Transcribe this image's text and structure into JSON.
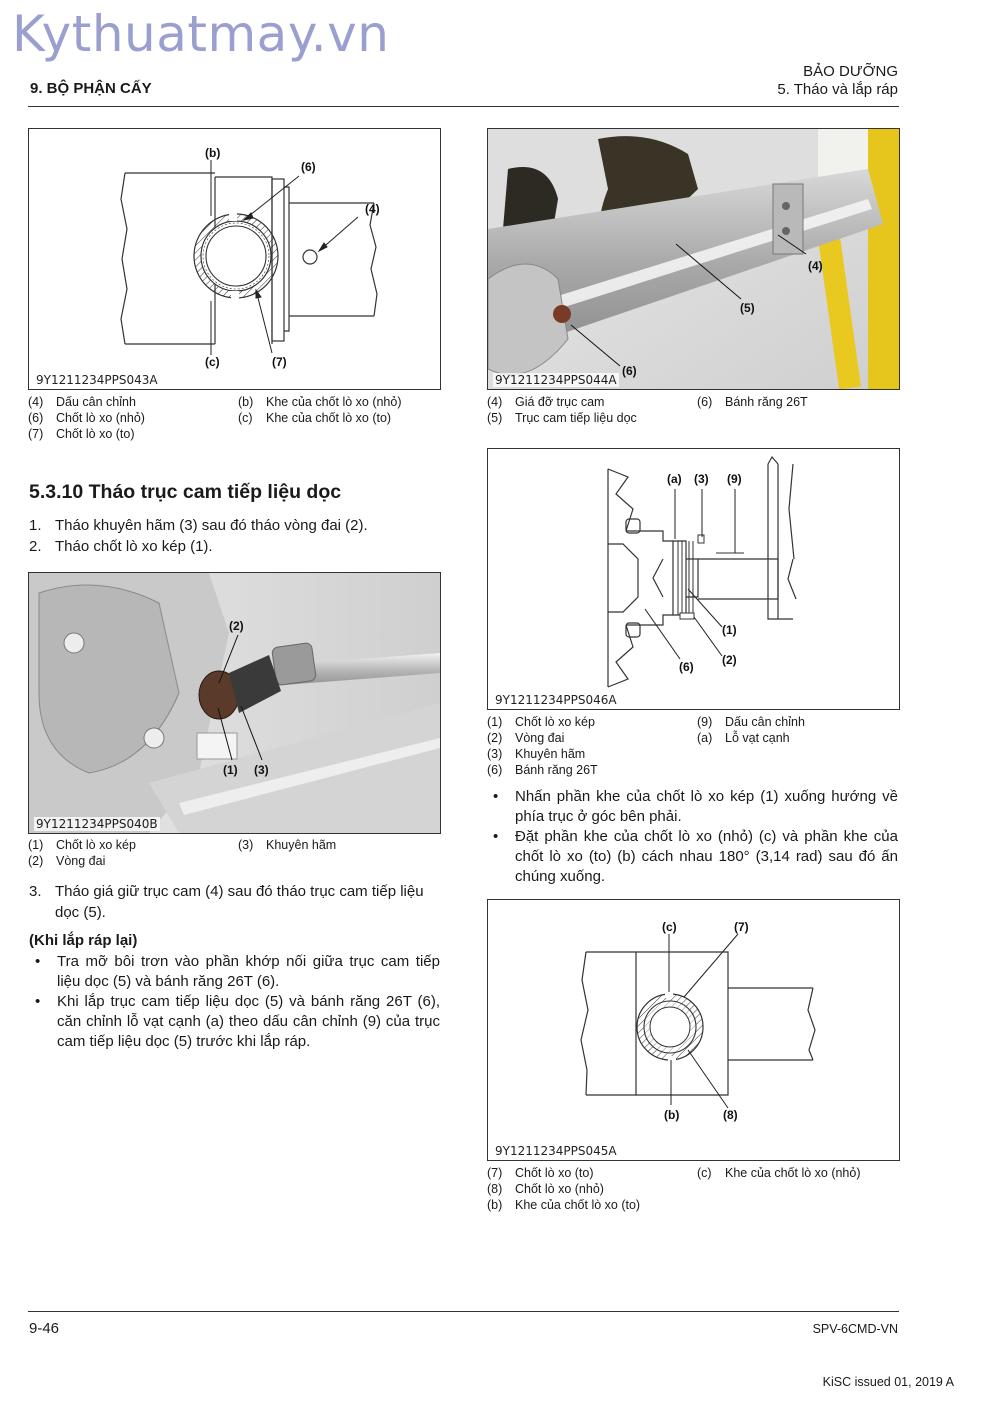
{
  "watermark": "Kythuatmay.vn",
  "header": {
    "chapter": "9. BỘ PHẬN CẤY",
    "section": "BẢO DƯỠNG",
    "subsection": "5. Tháo và lắp ráp"
  },
  "figures": {
    "f043": {
      "code": "9Y1211234PPS043A",
      "callouts": [
        "(b)",
        "(6)",
        "(4)",
        "(c)",
        "(7)"
      ],
      "legend": [
        {
          "n": "(4)",
          "t": "Dấu cân chỉnh"
        },
        {
          "n": "(b)",
          "t": "Khe của chốt lò xo (nhỏ)"
        },
        {
          "n": "(6)",
          "t": "Chốt lò xo (nhỏ)"
        },
        {
          "n": "(c)",
          "t": "Khe của chốt lò xo (to)"
        },
        {
          "n": "(7)",
          "t": "Chốt lò xo (to)"
        }
      ]
    },
    "f044": {
      "code": "9Y1211234PPS044A",
      "callouts": [
        "(4)",
        "(5)",
        "(6)"
      ],
      "legend": [
        {
          "n": "(4)",
          "t": "Giá đỡ trục cam"
        },
        {
          "n": "(6)",
          "t": "Bánh răng 26T"
        },
        {
          "n": "(5)",
          "t": "Trục cam tiếp liệu dọc"
        }
      ]
    },
    "f040": {
      "code": "9Y1211234PPS040B",
      "callouts": [
        "(2)",
        "(1)",
        "(3)"
      ],
      "legend": [
        {
          "n": "(1)",
          "t": "Chốt lò xo kép"
        },
        {
          "n": "(3)",
          "t": "Khuyên hãm"
        },
        {
          "n": "(2)",
          "t": "Vòng đai"
        }
      ]
    },
    "f046": {
      "code": "9Y1211234PPS046A",
      "callouts": [
        "(a)",
        "(3)",
        "(9)",
        "(1)",
        "(6)",
        "(2)"
      ],
      "legend": [
        {
          "n": "(1)",
          "t": "Chốt lò xo kép"
        },
        {
          "n": "(9)",
          "t": "Dấu cân chỉnh"
        },
        {
          "n": "(2)",
          "t": "Vòng đai"
        },
        {
          "n": "(a)",
          "t": "Lỗ vạt cạnh"
        },
        {
          "n": "(3)",
          "t": "Khuyên hãm"
        },
        {
          "n": "(6)",
          "t": "Bánh răng 26T"
        }
      ]
    },
    "f045": {
      "code": "9Y1211234PPS045A",
      "callouts": [
        "(c)",
        "(7)",
        "(b)",
        "(8)"
      ],
      "legend": [
        {
          "n": "(7)",
          "t": "Chốt lò xo (to)"
        },
        {
          "n": "(c)",
          "t": "Khe của chốt lò xo (nhỏ)"
        },
        {
          "n": "(8)",
          "t": "Chốt lò xo (nhỏ)"
        },
        {
          "n": "(b)",
          "t": "Khe của chốt lò xo (to)"
        }
      ]
    }
  },
  "section": {
    "title": "5.3.10 Tháo trục cam tiếp liệu dọc",
    "steps": [
      {
        "n": "1.",
        "t": "Tháo khuyên hãm (3) sau đó tháo vòng đai (2)."
      },
      {
        "n": "2.",
        "t": "Tháo chốt lò xo kép (1)."
      }
    ],
    "step3": {
      "n": "3.",
      "t": "Tháo giá giữ trục cam (4) sau đó tháo trục cam tiếp liệu dọc (5)."
    },
    "reassembly_title": "(Khi lắp ráp lại)",
    "reassembly": [
      "Tra mỡ bôi trơn vào phần khớp nối giữa trục cam tiếp liệu dọc (5) và bánh răng 26T (6).",
      "Khi lắp trục cam tiếp liệu dọc (5) và bánh răng 26T (6), căn chỉnh lỗ vạt cạnh (a) theo dấu cân chỉnh (9) của trục cam tiếp liệu dọc (5) trước khi lắp ráp."
    ],
    "right_bullets": [
      "Nhấn phần khe của chốt lò xo kép (1) xuống hướng về phía trục ở góc bên phải.",
      "Đặt phần khe của chốt lò xo (nhỏ) (c) và phần khe của chốt lò xo (to) (b) cách nhau 180° (3,14 rad) sau đó ấn chúng xuống."
    ]
  },
  "footer": {
    "page": "9-46",
    "doc": "SPV-6CMD-VN",
    "issued": "KiSC issued 01, 2019 A"
  }
}
